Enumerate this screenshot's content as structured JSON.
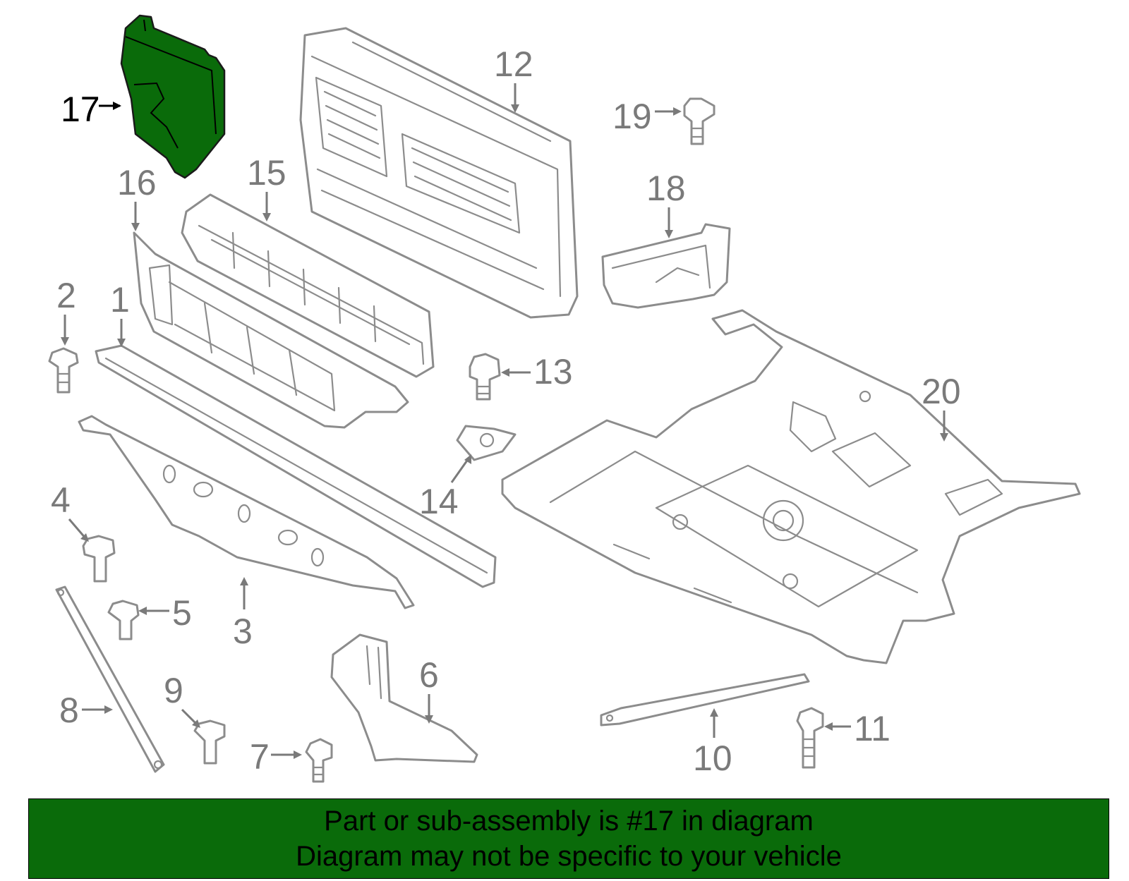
{
  "callouts": [
    {
      "id": "1",
      "label": "1"
    },
    {
      "id": "2",
      "label": "2"
    },
    {
      "id": "3",
      "label": "3"
    },
    {
      "id": "4",
      "label": "4"
    },
    {
      "id": "5",
      "label": "5"
    },
    {
      "id": "6",
      "label": "6"
    },
    {
      "id": "7",
      "label": "7"
    },
    {
      "id": "8",
      "label": "8"
    },
    {
      "id": "9",
      "label": "9"
    },
    {
      "id": "10",
      "label": "10"
    },
    {
      "id": "11",
      "label": "11"
    },
    {
      "id": "12",
      "label": "12"
    },
    {
      "id": "13",
      "label": "13"
    },
    {
      "id": "14",
      "label": "14"
    },
    {
      "id": "15",
      "label": "15"
    },
    {
      "id": "16",
      "label": "16"
    },
    {
      "id": "17",
      "label": "17"
    },
    {
      "id": "18",
      "label": "18"
    },
    {
      "id": "19",
      "label": "19"
    },
    {
      "id": "20",
      "label": "20"
    }
  ],
  "highlighted_part": "17",
  "colors": {
    "highlight": "#0a6b0a",
    "parts": "#8c8c8c",
    "banner": "#0a6b0a"
  },
  "banner": {
    "line1": "Part or sub-assembly is #17 in diagram",
    "line2": "Diagram may not be specific to your vehicle"
  }
}
